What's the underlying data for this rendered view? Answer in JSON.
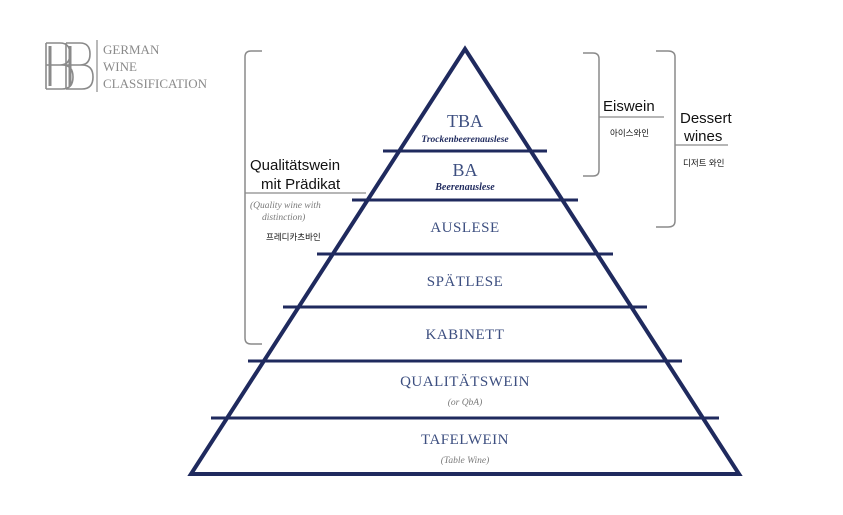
{
  "logo": {
    "monogram": "BB",
    "lines": [
      "GERMAN",
      "WINE",
      "CLASSIFICATION"
    ]
  },
  "colors": {
    "navy": "#1f2a5e",
    "band_text": "#3d4f80",
    "gray": "#8a8a8a",
    "black": "#111111"
  },
  "tiers": [
    {
      "title": "TBA",
      "subtitle": "Trockenbeerenauslese"
    },
    {
      "title": "BA",
      "subtitle": "Beerenauslese"
    },
    {
      "title": "AUSLESE",
      "subtitle": ""
    },
    {
      "title": "SPÄTLESE",
      "subtitle": ""
    },
    {
      "title": "KABINETT",
      "subtitle": ""
    },
    {
      "title": "QUALITÄTSWEIN",
      "subtitle": "(or QbA)"
    },
    {
      "title": "TAFELWEIN",
      "subtitle": "(Table Wine)"
    }
  ],
  "groups": {
    "praedikat": {
      "line1": "Qualitätswein",
      "line2": "mit Prädikat",
      "note1": "(Quality wine with",
      "note2": "distinction)",
      "korean": "프레디카츠바인"
    },
    "eiswein": {
      "label": "Eiswein",
      "korean": "아이스와인"
    },
    "dessert": {
      "line1": "Dessert",
      "line2": "wines",
      "korean": "디저트 와인"
    }
  }
}
